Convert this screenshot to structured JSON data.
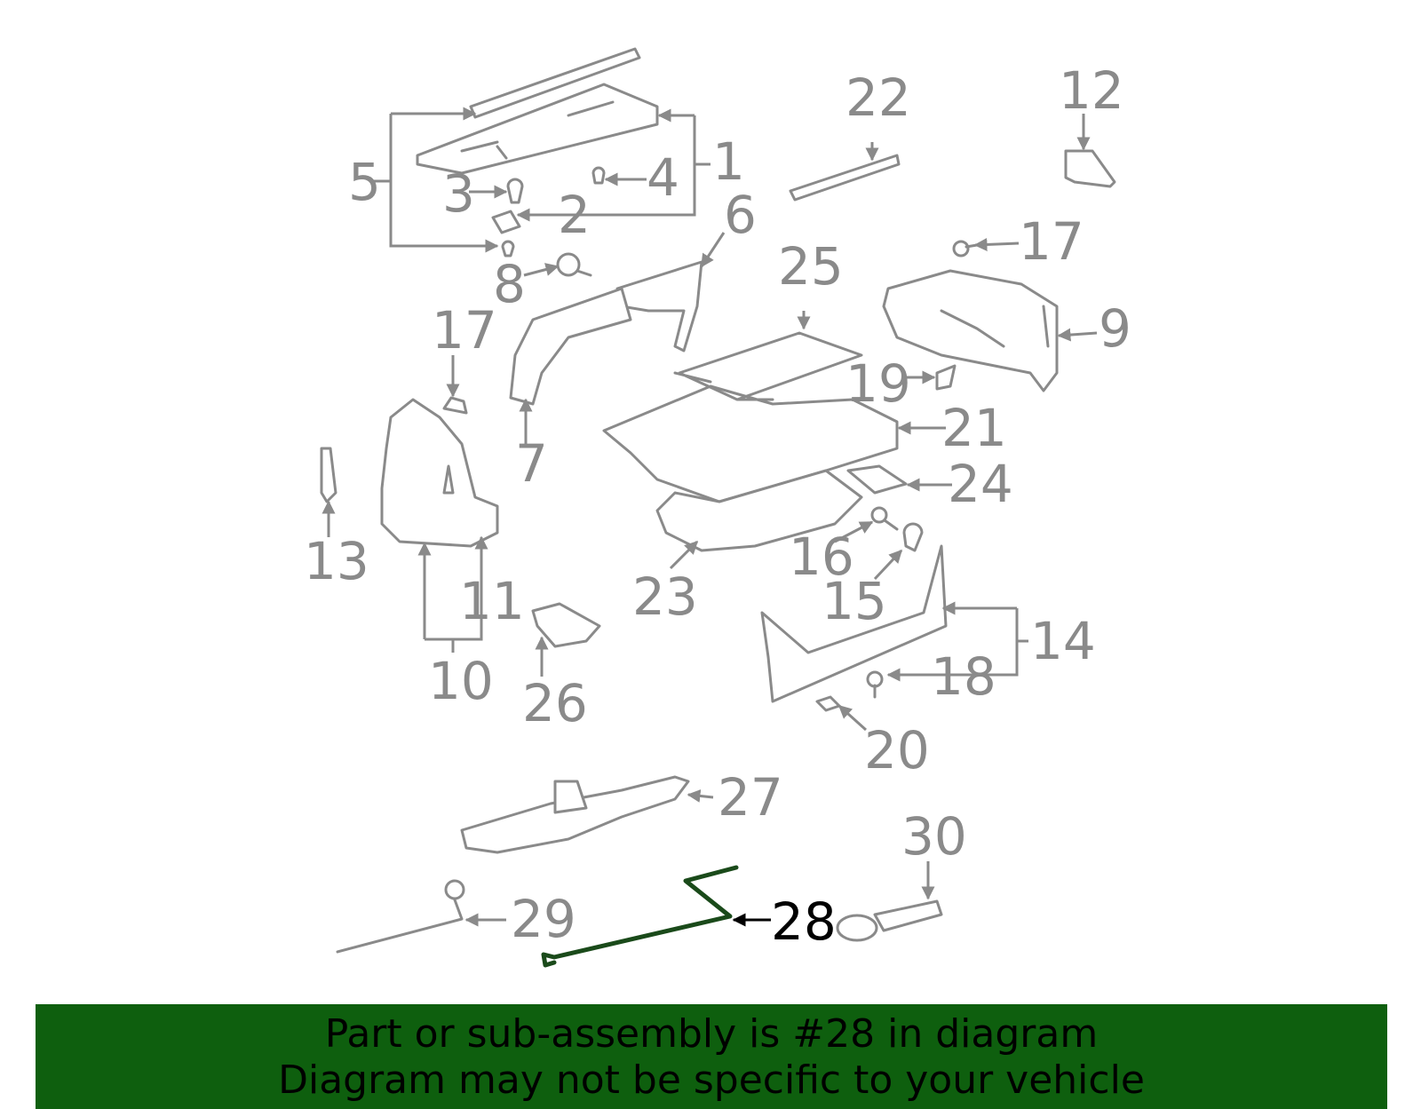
{
  "callouts": {
    "c1": "1",
    "c2": "2",
    "c3": "3",
    "c4": "4",
    "c5": "5",
    "c6": "6",
    "c7": "7",
    "c8": "8",
    "c9": "9",
    "c10": "10",
    "c11": "11",
    "c12": "12",
    "c13": "13",
    "c14": "14",
    "c15": "15",
    "c16": "16",
    "c17a": "17",
    "c17b": "17",
    "c18": "18",
    "c19": "19",
    "c20": "20",
    "c21": "21",
    "c22": "22",
    "c23": "23",
    "c24": "24",
    "c25": "25",
    "c26": "26",
    "c27": "27",
    "c28": "28",
    "c29": "29",
    "c30": "30"
  },
  "highlighted_part": "28",
  "colors": {
    "banner": "#0e5f0e",
    "parts": "#8a8a8a",
    "highlight": "#1a4a1a"
  },
  "banner": {
    "line1": "Part or sub-assembly is #28 in diagram",
    "line2": "Diagram may not be specific to your vehicle"
  }
}
